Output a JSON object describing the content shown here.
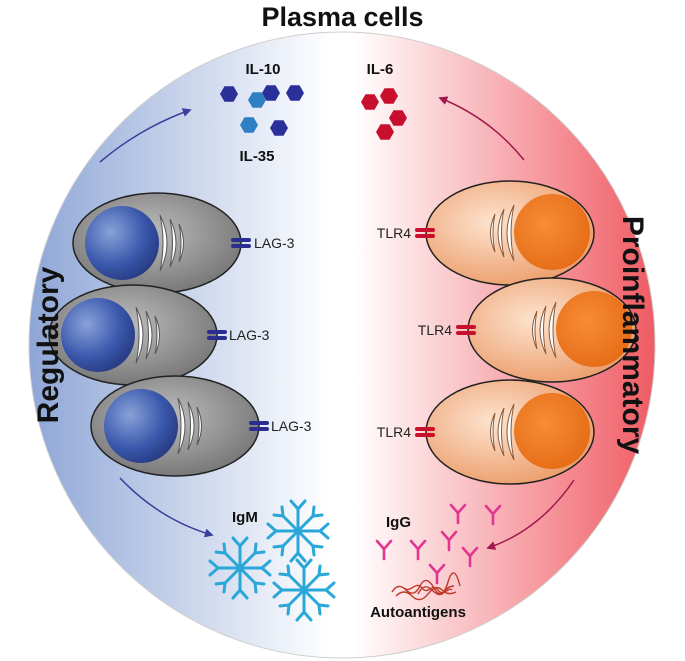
{
  "title": "Plasma cells",
  "left": {
    "side_label": "Regulatory",
    "cytokines_top": "IL-10",
    "cytokines_bottom": "IL-35",
    "receptor_labels": [
      "LAG-3",
      "LAG-3",
      "LAG-3"
    ],
    "antibody_label": "IgM",
    "colors": {
      "background": "#9fb4dc",
      "nucleus": "#3f5db0",
      "cell": "#8e8e8e",
      "receptor": "#2a2f8f",
      "cytokine_dark": "#2b2f9a",
      "cytokine_light": "#2f7fc4",
      "antibody": "#28a7d8",
      "arrow": "#3a3f9e"
    }
  },
  "right": {
    "side_label": "Proinflammatory",
    "cytokines_top": "IL-6",
    "receptor_labels": [
      "TLR4",
      "TLR4",
      "TLR4"
    ],
    "antibody_label": "IgG",
    "autoantigen_label": "Autoantigens",
    "colors": {
      "background": "#f47f86",
      "nucleus": "#f07a24",
      "cell": "#f2b78f",
      "receptor": "#c8102e",
      "cytokine": "#c8102e",
      "antibody": "#e23592",
      "arrow": "#a0184e"
    }
  }
}
